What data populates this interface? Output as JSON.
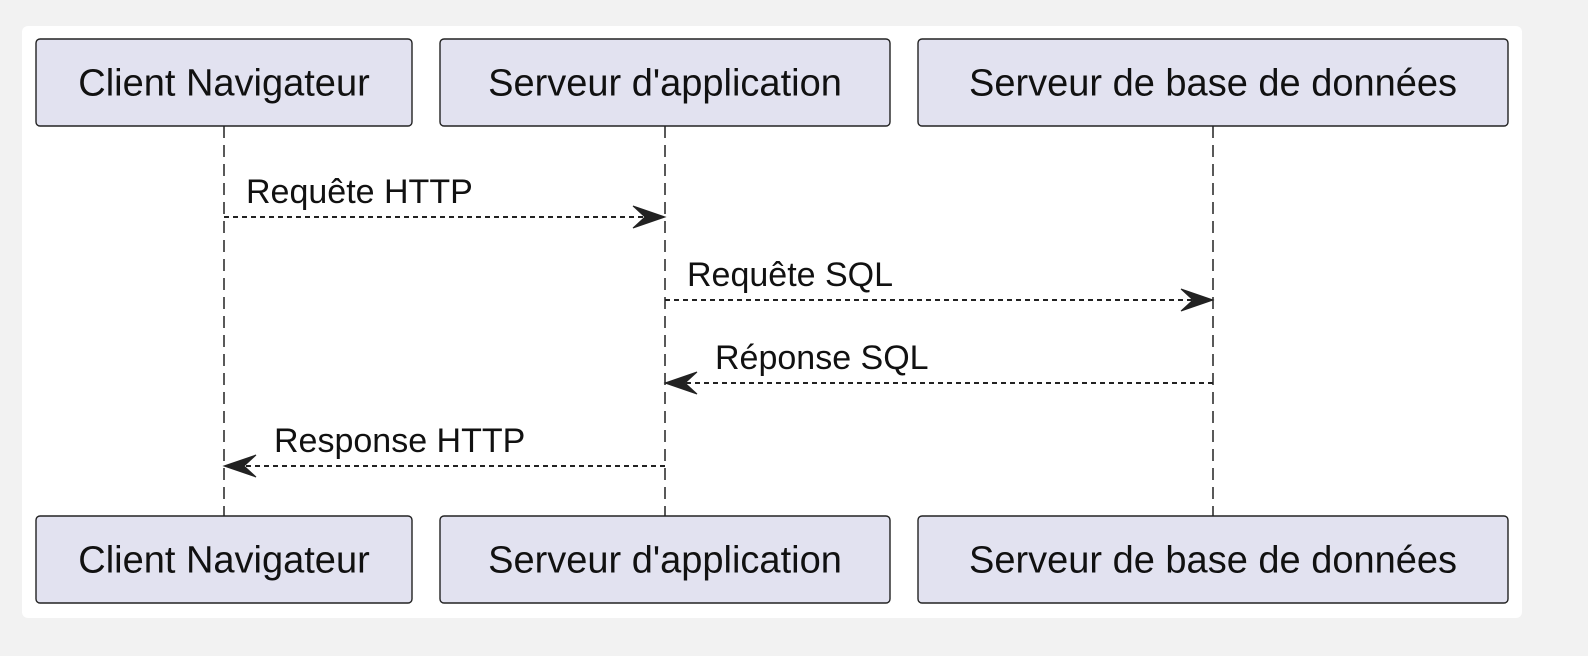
{
  "diagram": {
    "type": "sequence",
    "participants": [
      {
        "id": "client",
        "label": "Client Navigateur"
      },
      {
        "id": "app",
        "label": "Serveur d'application"
      },
      {
        "id": "db",
        "label": "Serveur de base de données"
      }
    ],
    "messages": [
      {
        "from": "client",
        "to": "app",
        "label": "Requête HTTP",
        "style": "dashed"
      },
      {
        "from": "app",
        "to": "db",
        "label": "Requête SQL",
        "style": "dashed"
      },
      {
        "from": "db",
        "to": "app",
        "label": "Réponse SQL",
        "style": "dashed"
      },
      {
        "from": "app",
        "to": "client",
        "label": "Response HTTP",
        "style": "dashed"
      }
    ]
  },
  "colors": {
    "page_background": "#f2f2f2",
    "canvas_background": "#ffffff",
    "participant_fill": "#e2e2f0",
    "stroke": "#222222"
  }
}
